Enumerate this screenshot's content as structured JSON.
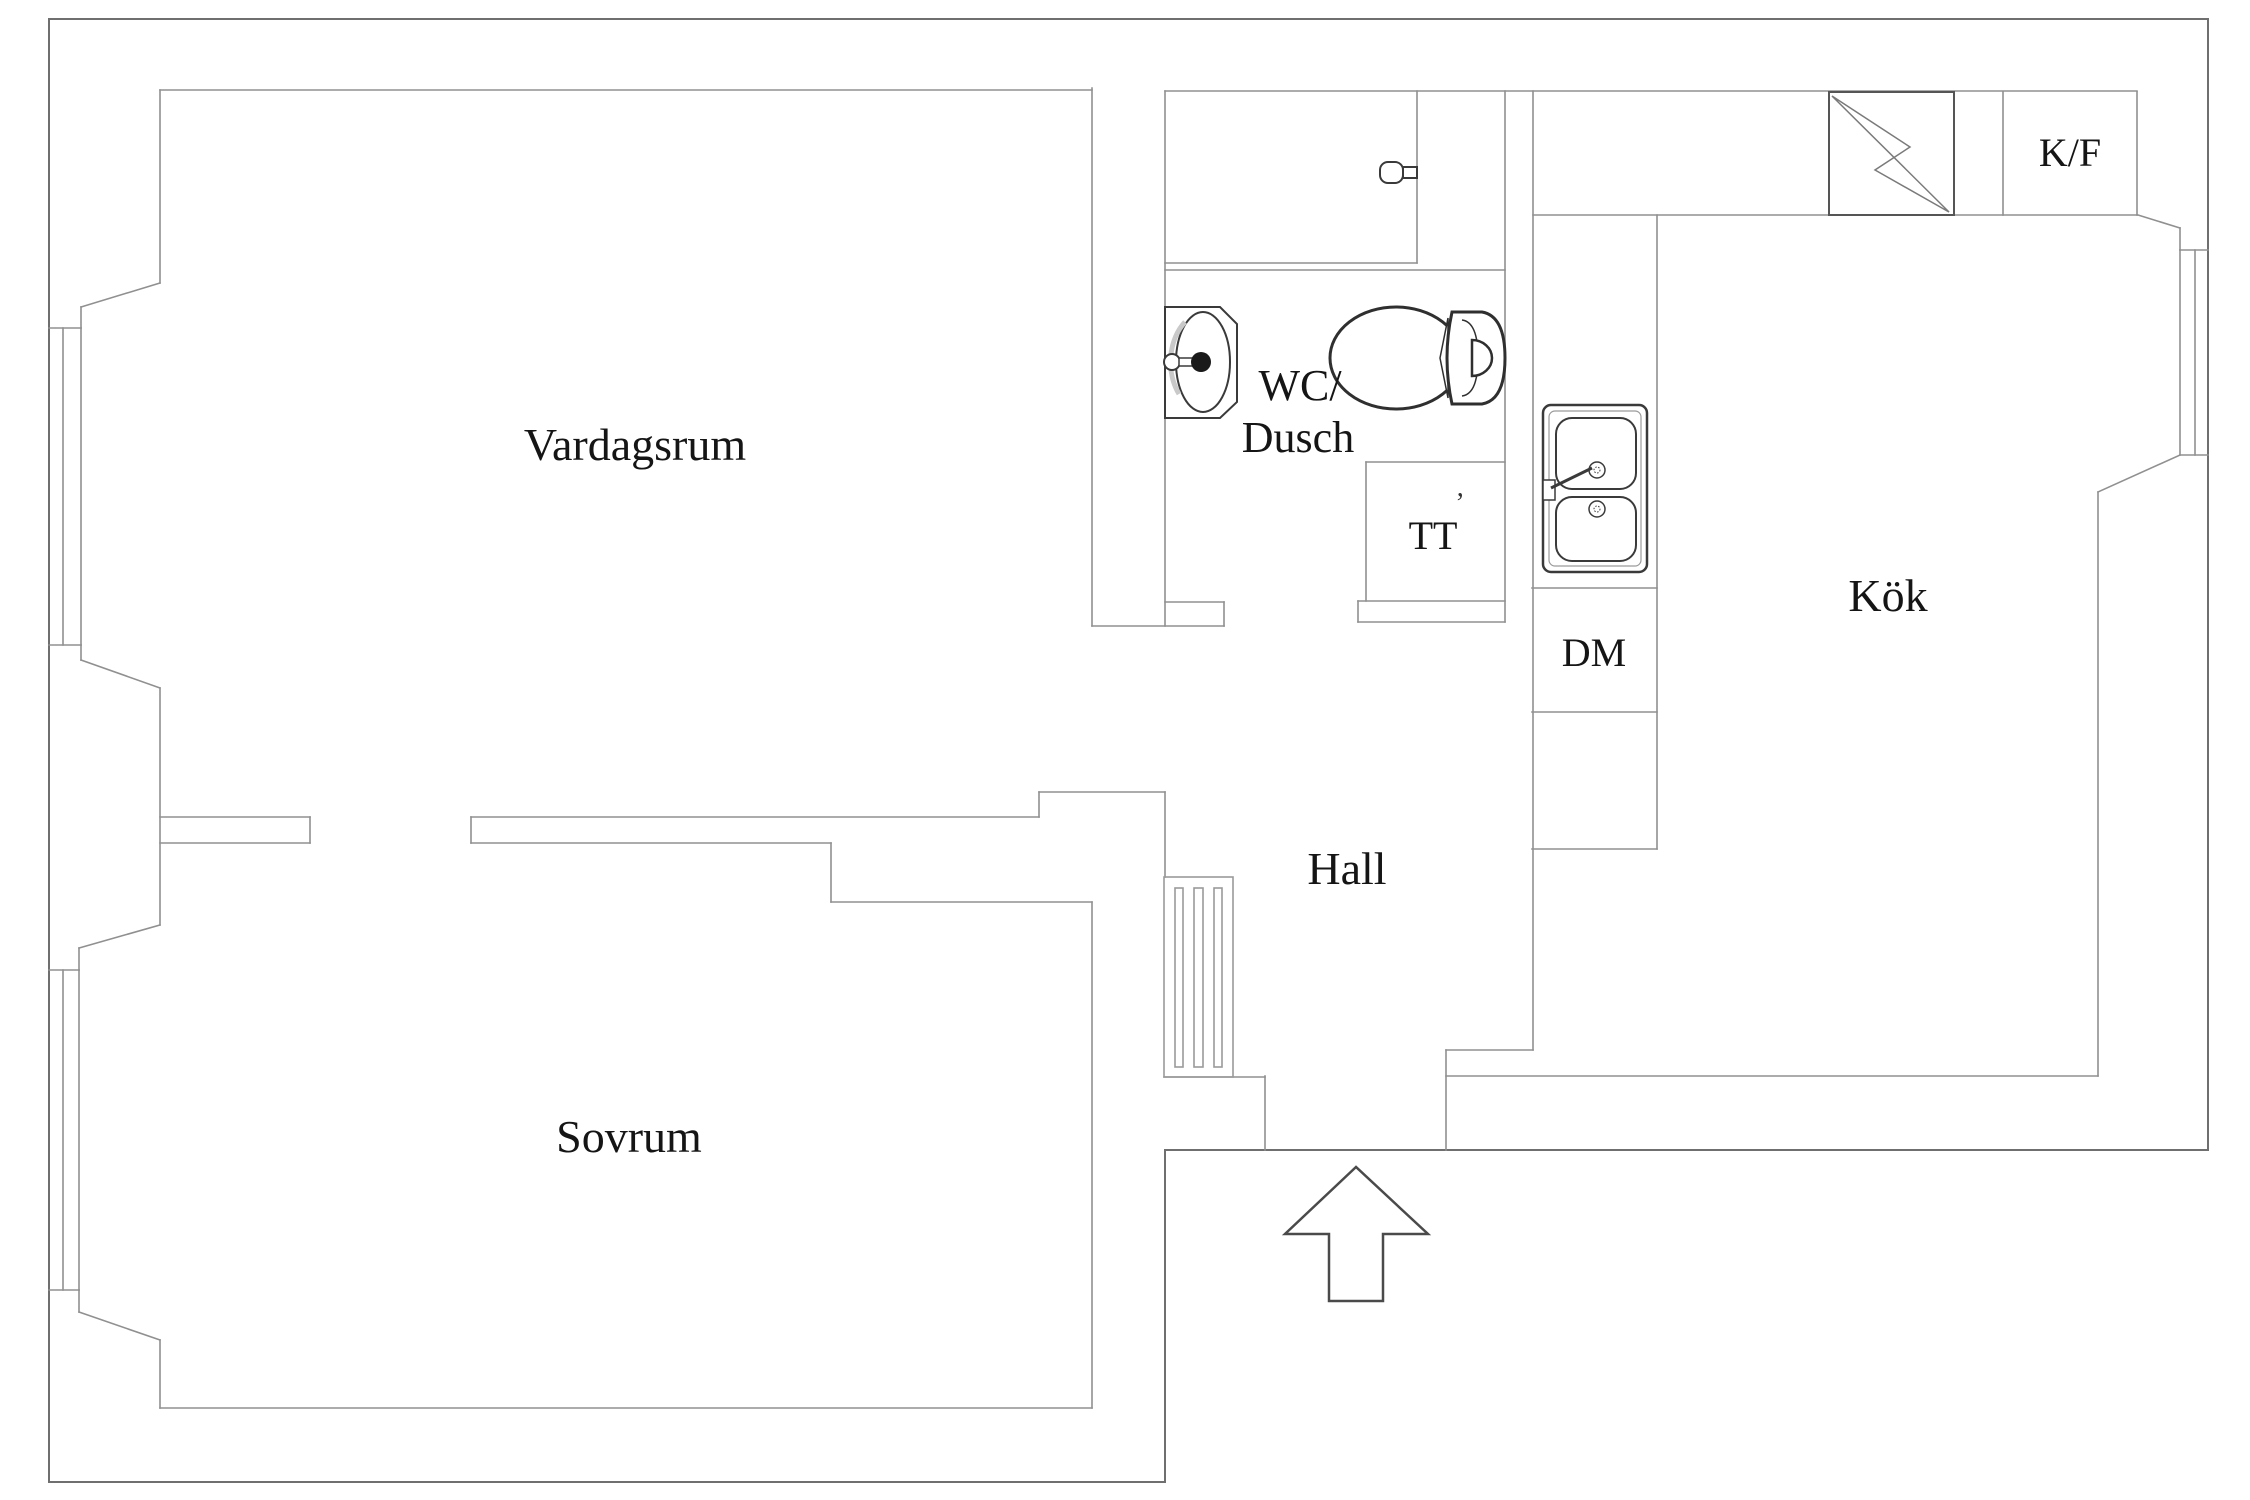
{
  "plan": {
    "type": "apartment-floor-plan",
    "language": "Swedish",
    "rooms": {
      "living_room": "Vardagsrum",
      "bedroom": "Sovrum",
      "bathroom_line1": "WC/",
      "bathroom_line2": "Dusch",
      "hall": "Hall",
      "kitchen": "Kök"
    },
    "appliances": {
      "dryer_closet": "TT",
      "dishwasher": "DM",
      "fridge_freezer": "K/F"
    },
    "marks": {
      "stray_tick": "’"
    },
    "colors": {
      "background": "#ffffff",
      "outer_wall": "#6f6f6f",
      "inner_wall": "#909090",
      "fixture": "#3a3a3a",
      "radiator": "#9a9a9a",
      "arrow": "#4a4a4a",
      "stove_symbol": "#7a7a7a",
      "label_text": "#151515"
    }
  }
}
